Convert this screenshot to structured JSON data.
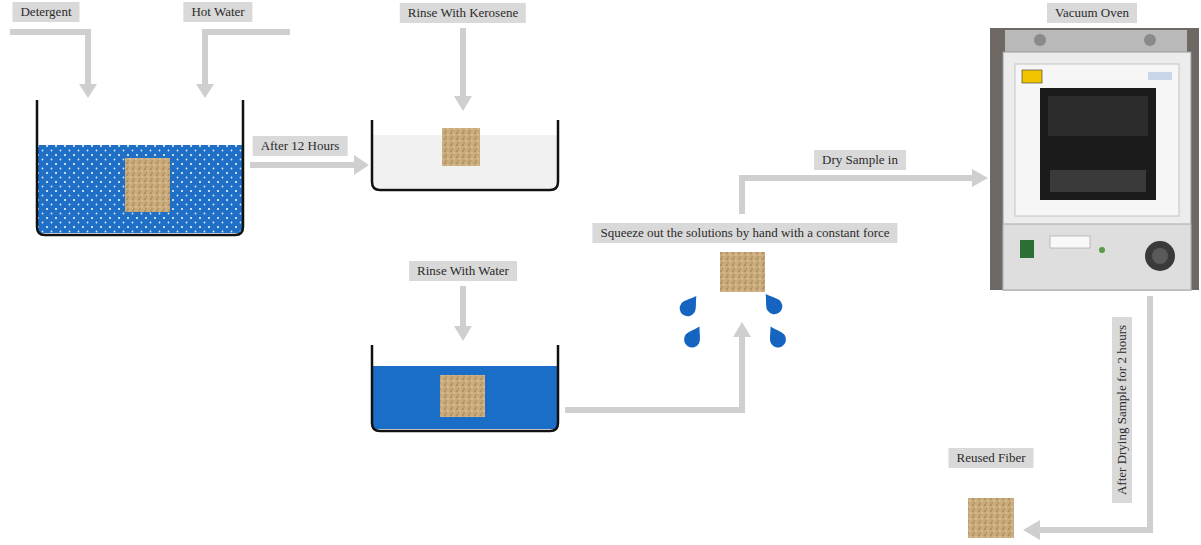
{
  "diagram": {
    "nodes": [
      {
        "text": [
          "Detergent"
        ]
      },
      {
        "text": [
          "Hot Water"
        ]
      },
      {
        "text": [
          "Rinse With Kerosene"
        ]
      },
      {
        "text": [
          "After 12 Hours"
        ]
      },
      {
        "text": [
          "Rinse With Water"
        ]
      },
      {
        "text": [
          "Squeeze out the solutions by hand with a constant force"
        ]
      },
      {
        "text": [
          "Dry Sample in"
        ]
      },
      {
        "text": [
          "Vacuum Oven"
        ]
      },
      {
        "text": [
          "After Drying Sample for 2 hours"
        ]
      },
      {
        "text": [
          "Reused Fiber"
        ]
      }
    ]
  }
}
